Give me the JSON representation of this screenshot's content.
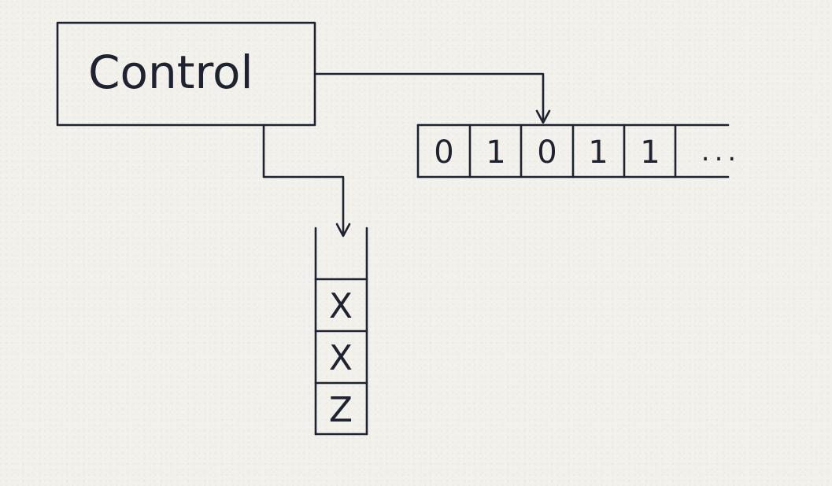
{
  "control": {
    "label": "Control"
  },
  "tape": {
    "cells": [
      "0",
      "1",
      "0",
      "1",
      "1"
    ],
    "ellipsis": "..."
  },
  "stack": {
    "cells": [
      "X",
      "X",
      "Z"
    ]
  },
  "colors": {
    "ink": "#1f2230",
    "paper": "#f3f1ec"
  }
}
